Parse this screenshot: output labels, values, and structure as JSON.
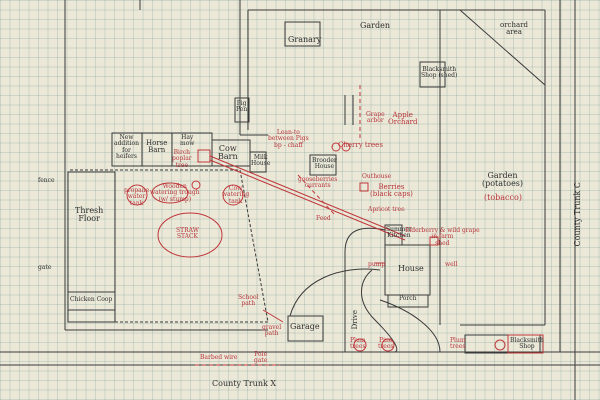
{
  "labels": {
    "granary": "Granary",
    "garden_top": "Garden",
    "orchard_area": "orchard\narea",
    "blacksmith_shop_shed": "Blacksmith\nShop (shed)",
    "pig_pen": "Pig\nPen",
    "new_addition": "New\naddition\nfor\nheifers",
    "horse_barn": "Horse\nBarn",
    "hay_mow": "Hay\nmow",
    "cow_barn": "Cow\nBarn",
    "milk_house": "Milk\nHouse",
    "thresh_floor": "Thresh\nFloor",
    "chicken_coop": "Chicken Coop",
    "garage": "Garage",
    "house": "House",
    "porch": "Porch",
    "drive": "Drive",
    "garden_potatoes": "Garden\n(potatoes)",
    "tobacco": "(tobacco)",
    "county_trunk_c": "County Trunk C",
    "county_trunk_x": "County Trunk X",
    "apple_orchard": "Apple\nOrchard",
    "grape_arbor": "Grape\narbor",
    "cherry_trees": "Cherry trees",
    "berries": "Berries\n(black caps)",
    "apricot_tree": "Apricot tree",
    "outhouse": "Outhouse",
    "brooder_house": "Brooder\nHouse",
    "gooseberries_currants": "gooseberries\ncurrants",
    "lean_to": "Lean-to\nbetween Pigs\nbp - chaff",
    "straw_stack": "STRAW\nSTACK",
    "bicycle_propane_tank": "propane\nwater\ntank",
    "wooden_watering": "Wooden\nwatering trough\n(w/ stump)",
    "cow_tank": "Cow\nwatering\ntank",
    "birch_poplar": "Birch\npoplar\ntree",
    "summer_kitchen": "Summer\nKitchen",
    "pump": "pump",
    "well": "well",
    "lilac_bushes": "Elderberry & wild grape\nin farm\nshed",
    "feed": "Feed",
    "plum_trees": "Plum\ntrees",
    "pine_trees": "Pine\ntrees",
    "plum_trees2": "Plum\ntrees",
    "blacksmith_shop": "Blacksmith\nShop",
    "school_path": "School\npath",
    "gravel_path": "gravel\npath",
    "barbed_wire": "Barbed wire",
    "pole_gate": "Pole\ngate",
    "fence": "fence",
    "gate": "gate"
  }
}
